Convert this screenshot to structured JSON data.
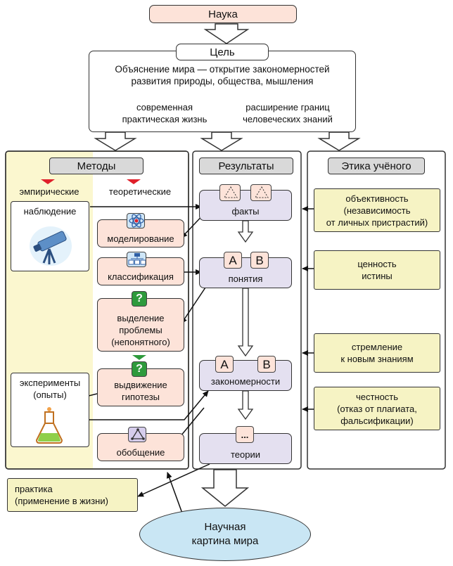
{
  "top": {
    "science": "Наука",
    "goal": "Цель",
    "goal_text_1": "Объяснение мира — открытие закономерностей",
    "goal_text_2": "развития природы, общества, мышления",
    "left_sub_1": "современная",
    "left_sub_2": "практическая жизнь",
    "right_sub_1": "расширение границ",
    "right_sub_2": "человеческих знаний"
  },
  "methods": {
    "header": "Методы",
    "empirical": "эмпирические",
    "theoretical": "теоретические",
    "observation": "наблюдение",
    "experiments_1": "эксперименты",
    "experiments_2": "(опыты)",
    "modeling": "моделирование",
    "classification": "классификация",
    "problem_1": "выделение",
    "problem_2": "проблемы",
    "problem_3": "(непонятного)",
    "hypothesis_1": "выдвижение",
    "hypothesis_2": "гипотезы",
    "generalization": "обобщение"
  },
  "results": {
    "header": "Результаты",
    "facts": "факты",
    "concepts": "понятия",
    "laws": "закономерности",
    "theories": "теории",
    "letter_a": "A",
    "letter_b": "B",
    "dots": "..."
  },
  "ethics": {
    "header": "Этика учёного",
    "objectivity_1": "объективность",
    "objectivity_2": "(независимость",
    "objectivity_3": "от личных пристрастий)",
    "truth_1": "ценность",
    "truth_2": "истины",
    "striving_1": "стремление",
    "striving_2": "к новым знаниям",
    "honesty_1": "честность",
    "honesty_2": "(отказ от плагиата,",
    "honesty_3": "фальсификации)"
  },
  "bottom": {
    "practice_1": "практика",
    "practice_2": "(применение в жизни)",
    "world_1": "Научная",
    "world_2": "картина мира"
  },
  "colors": {
    "pink": "#fde3d9",
    "lavender": "#e4e0f0",
    "note_yellow": "#f6f3c4",
    "methods_bg": "#fbf7cf",
    "red_marker": "#e0202a",
    "ellipse_fill": "#c9e6f4",
    "question_green": "#2e9a3c"
  },
  "icons": [
    "telescope-icon",
    "flask-icon",
    "atom-icon",
    "hierarchy-icon",
    "question-icon",
    "triangle-icon"
  ]
}
